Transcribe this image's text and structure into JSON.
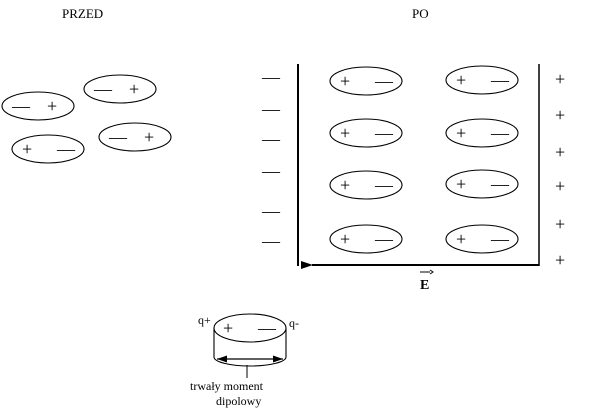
{
  "headings": {
    "before": "PRZED",
    "after": "PO"
  },
  "signs": {
    "minus": "—",
    "plus": "+"
  },
  "field": {
    "label": "E"
  },
  "dipole_detail": {
    "charge_positive": "q+",
    "charge_negative": "q-",
    "caption_line1": "trwały moment",
    "caption_line2": "dipolowy"
  },
  "dipoles_before": [
    {
      "left": "minus",
      "right": "plus"
    },
    {
      "left": "minus",
      "right": "plus"
    },
    {
      "left": "plus",
      "right": "minus"
    },
    {
      "left": "minus",
      "right": "plus"
    }
  ],
  "dipoles_after": [
    {
      "left": "plus",
      "right": "minus"
    },
    {
      "left": "plus",
      "right": "minus"
    },
    {
      "left": "plus",
      "right": "minus"
    },
    {
      "left": "plus",
      "right": "minus"
    },
    {
      "left": "plus",
      "right": "minus"
    },
    {
      "left": "plus",
      "right": "minus"
    },
    {
      "left": "plus",
      "right": "minus"
    },
    {
      "left": "plus",
      "right": "minus"
    }
  ],
  "left_plate_charges": [
    "minus",
    "minus",
    "minus",
    "minus",
    "minus",
    "minus"
  ],
  "right_plate_charges": [
    "plus",
    "plus",
    "plus",
    "plus",
    "plus",
    "plus"
  ],
  "colors": {
    "ink": "#000000",
    "background": "#ffffff"
  }
}
